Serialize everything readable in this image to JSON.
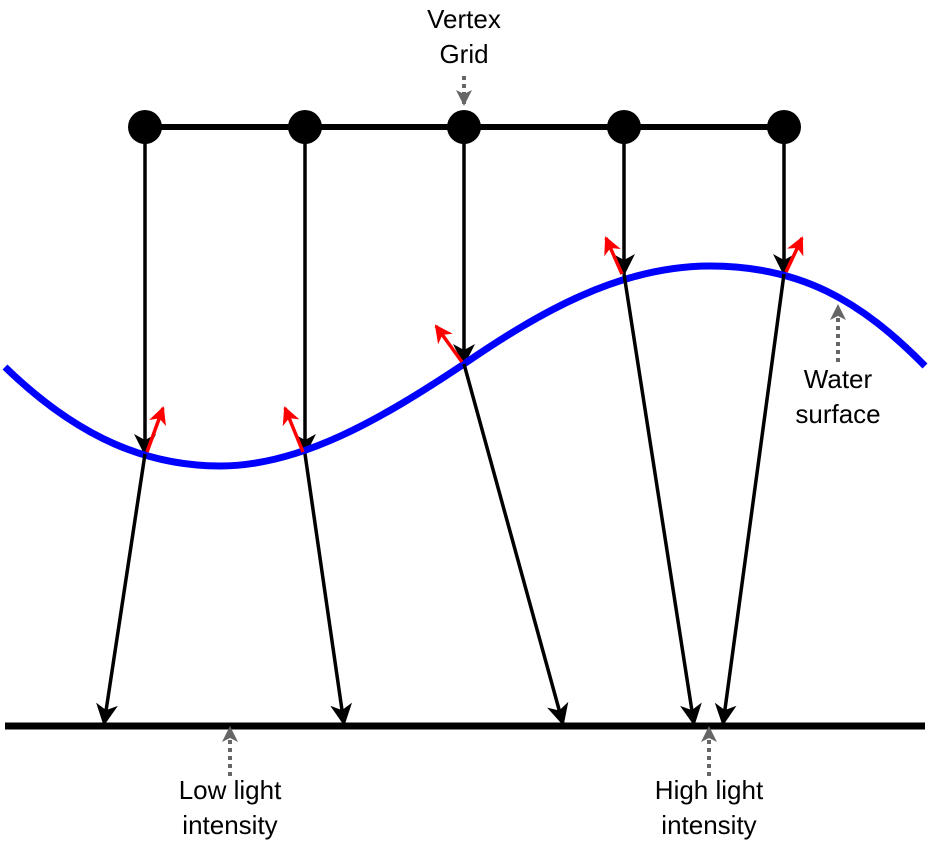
{
  "labels": {
    "vertex_grid": [
      "Vertex",
      "Grid"
    ],
    "water_surface": [
      "Water",
      "surface"
    ],
    "low_light": [
      "Low light",
      "intensity"
    ],
    "high_light": [
      "High light",
      "intensity"
    ]
  },
  "colors": {
    "ink": "#000000",
    "water": "#0000ff",
    "normal": "#ff0000",
    "pointer": "#666666",
    "background": "#ffffff"
  }
}
